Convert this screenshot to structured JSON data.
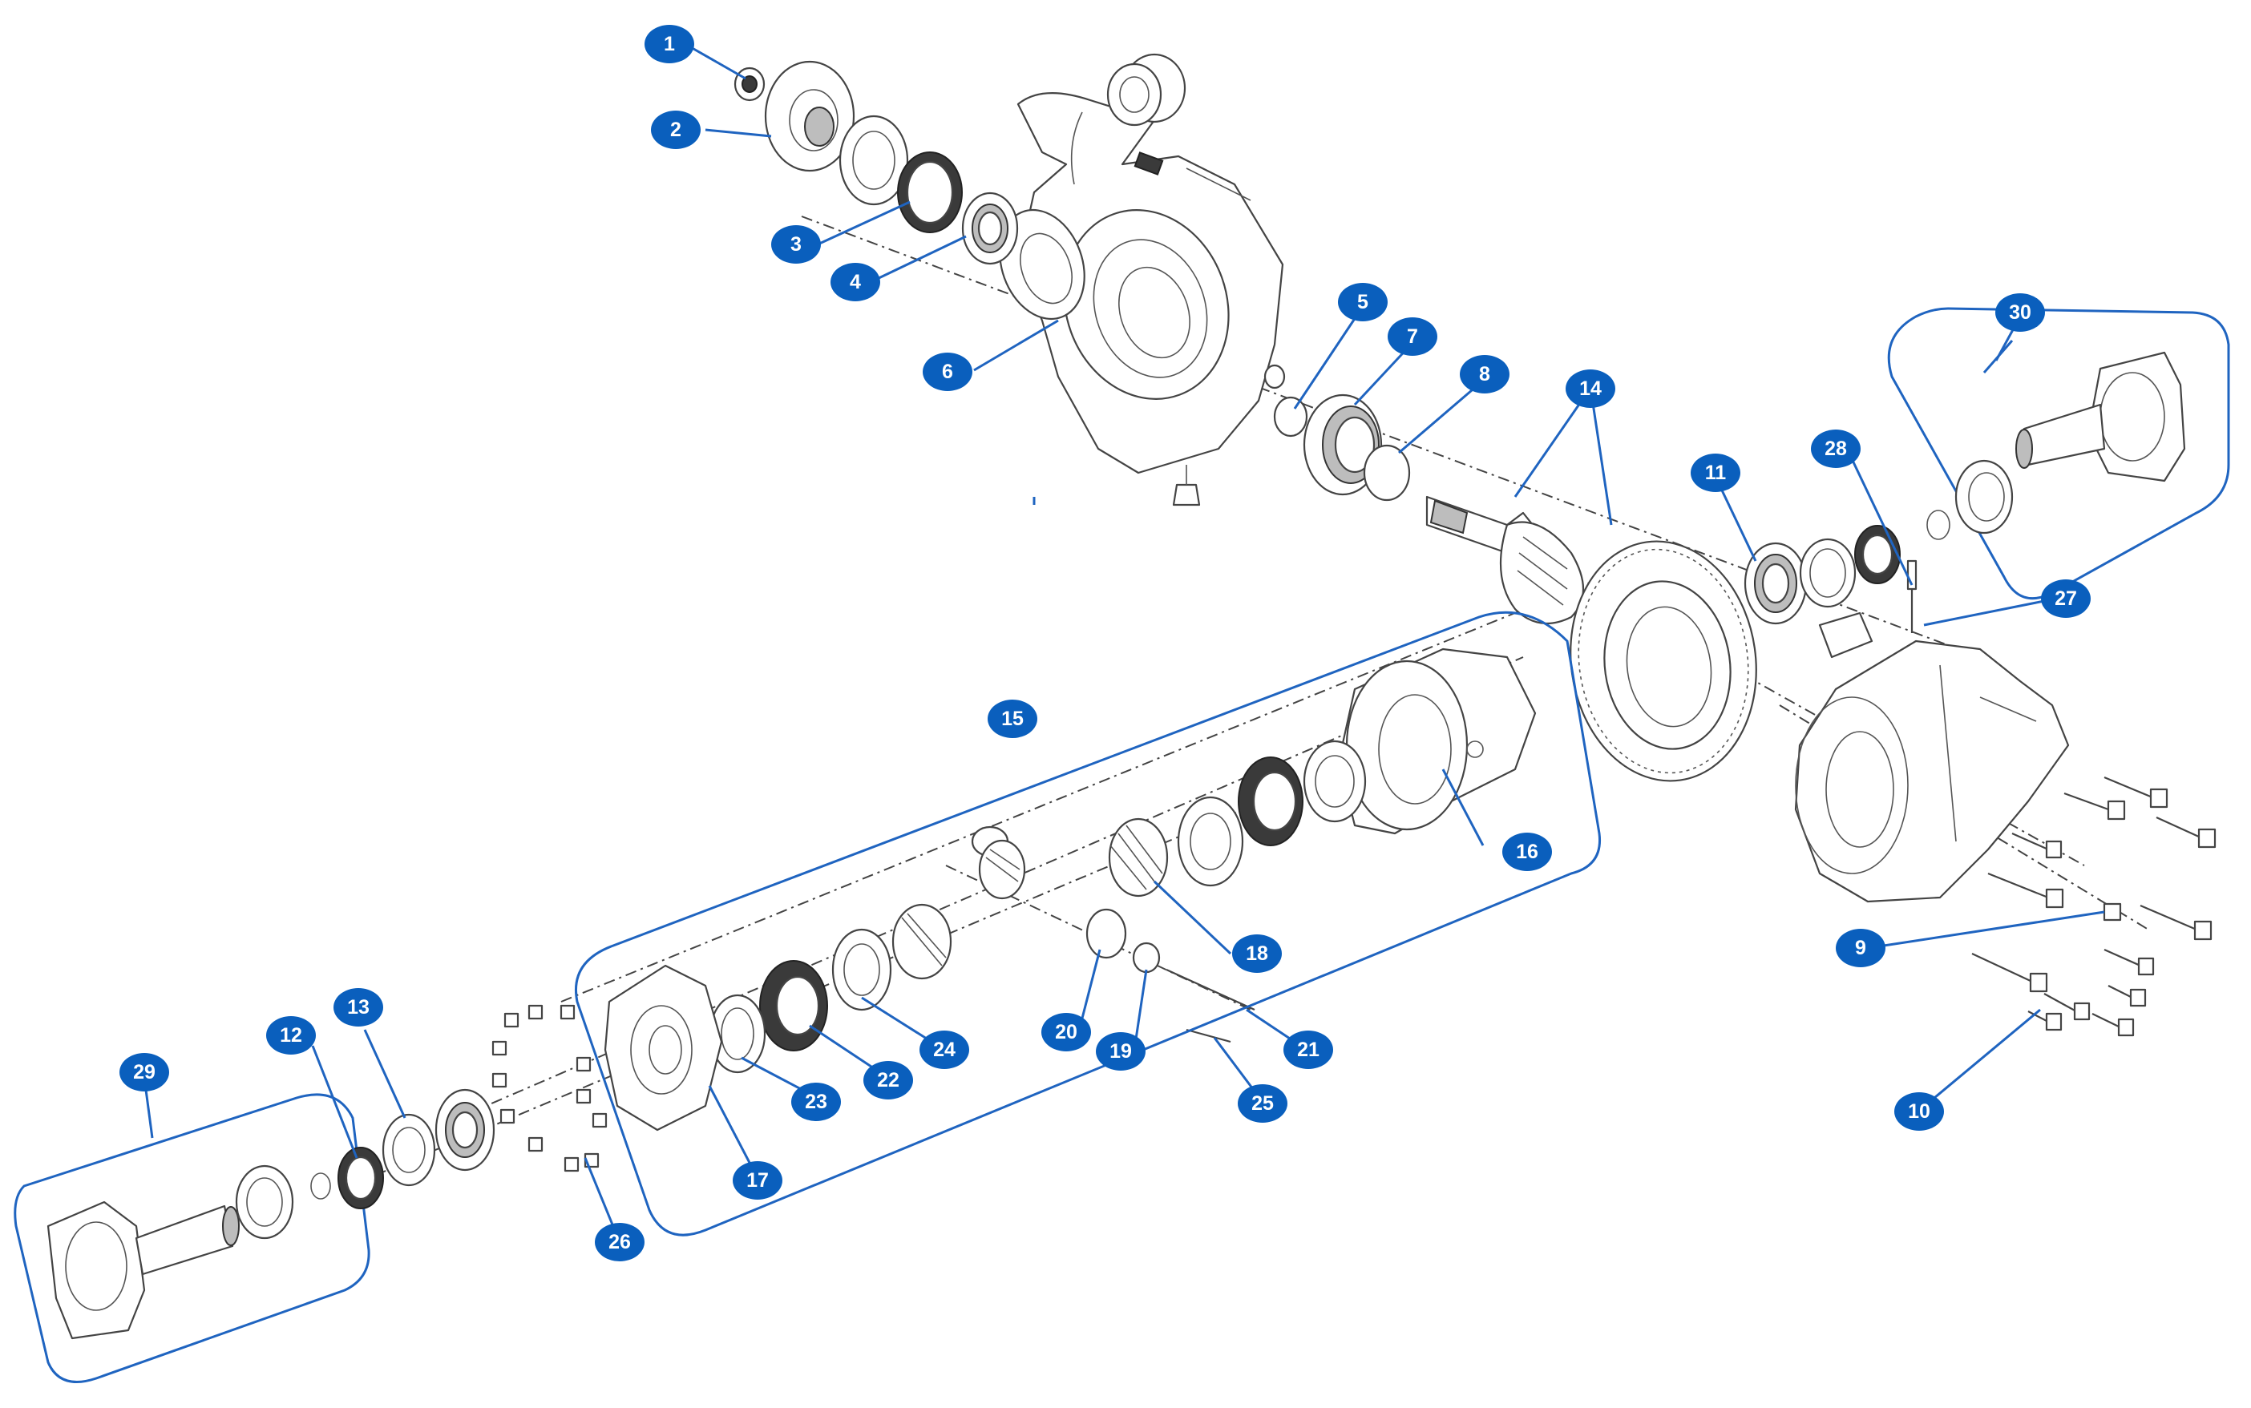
{
  "diagram": {
    "callouts": [
      {
        "label": "1"
      },
      {
        "label": "2"
      },
      {
        "label": "3"
      },
      {
        "label": "4"
      },
      {
        "label": "5"
      },
      {
        "label": "6"
      },
      {
        "label": "7"
      },
      {
        "label": "8"
      },
      {
        "label": "9"
      },
      {
        "label": "10"
      },
      {
        "label": "11"
      },
      {
        "label": "12"
      },
      {
        "label": "13"
      },
      {
        "label": "14"
      },
      {
        "label": "15"
      },
      {
        "label": "16"
      },
      {
        "label": "17"
      },
      {
        "label": "18"
      },
      {
        "label": "19"
      },
      {
        "label": "20"
      },
      {
        "label": "21"
      },
      {
        "label": "22"
      },
      {
        "label": "23"
      },
      {
        "label": "24"
      },
      {
        "label": "25"
      },
      {
        "label": "26"
      },
      {
        "label": "27"
      },
      {
        "label": "28"
      },
      {
        "label": "29"
      },
      {
        "label": "30"
      }
    ],
    "colors": {
      "callout": "#0a5fbd",
      "leader": "#1f64c0",
      "line": "#444444",
      "background": "#ffffff"
    }
  }
}
